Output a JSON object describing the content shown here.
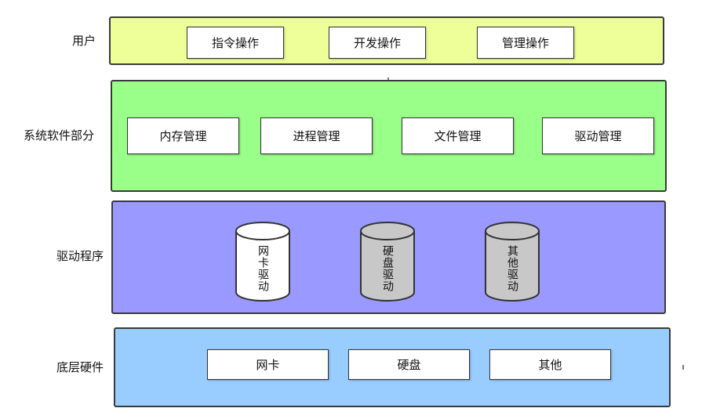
{
  "layers": {
    "user": {
      "label": "用户",
      "items": [
        "指令操作",
        "开发操作",
        "管理操作"
      ]
    },
    "system": {
      "label": "系统软件部分",
      "items": [
        "内存管理",
        "进程管理",
        "文件管理",
        "驱动管理"
      ]
    },
    "drivers": {
      "label": "驱动程序",
      "items": [
        "网卡驱动",
        "硬盘驱动",
        "其他驱动"
      ]
    },
    "hardware": {
      "label": "底层硬件",
      "items": [
        "网卡",
        "硬盘",
        "其他"
      ]
    }
  },
  "colors": {
    "user_layer": "#eeff99",
    "system_layer": "#99ff88",
    "driver_layer": "#9999ff",
    "hardware_layer": "#99ccff",
    "cylinder_white": "#ffffff",
    "cylinder_gray": "#c8c8c8"
  }
}
